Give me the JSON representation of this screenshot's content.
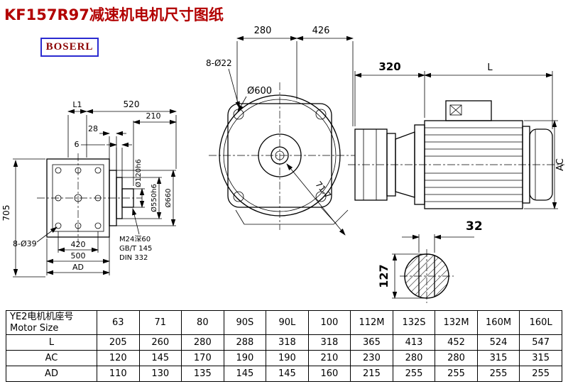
{
  "title": "KF157R97减速机电机尺寸图纸",
  "logo": {
    "text": "BOSERL"
  },
  "colors": {
    "title": "#b20000",
    "logo_text": "#8b0000",
    "logo_border": "#2b2bd0",
    "line": "#000000",
    "background": "#ffffff"
  },
  "front_view": {
    "l1": "L1",
    "d520": "520",
    "d210": "210",
    "d28": "28",
    "d6": "6",
    "shaft_dia": "Ø120h6",
    "spigot_dia": "Ø550h6",
    "flange_dia": "Ø660",
    "height": "705",
    "holes": "8-Ø39",
    "d420": "420",
    "d500": "500",
    "ad": "AD",
    "tap_line1": "M24深60",
    "tap_line2": "GB/T 145",
    "tap_line3": "DIN 332"
  },
  "flange_view": {
    "d280": "280",
    "d426": "426",
    "holes": "8-Ø22",
    "dia": "Ø600",
    "diag": "71.7"
  },
  "side_view": {
    "d320": "320",
    "len": "L",
    "ac": "AC"
  },
  "shaft_view": {
    "d32": "32",
    "d127": "127"
  },
  "table": {
    "header_cn": "YE2电机机座号",
    "header_en": "Motor Size",
    "columns": [
      "63",
      "71",
      "80",
      "90S",
      "90L",
      "100",
      "112M",
      "132S",
      "132M",
      "160M",
      "160L"
    ],
    "rows": [
      {
        "label": "L",
        "values": [
          "205",
          "260",
          "280",
          "288",
          "318",
          "318",
          "365",
          "413",
          "452",
          "524",
          "547"
        ]
      },
      {
        "label": "AC",
        "values": [
          "120",
          "145",
          "170",
          "190",
          "190",
          "210",
          "230",
          "280",
          "280",
          "315",
          "315"
        ]
      },
      {
        "label": "AD",
        "values": [
          "110",
          "130",
          "135",
          "145",
          "145",
          "160",
          "215",
          "255",
          "255",
          "255",
          "255"
        ]
      }
    ]
  }
}
